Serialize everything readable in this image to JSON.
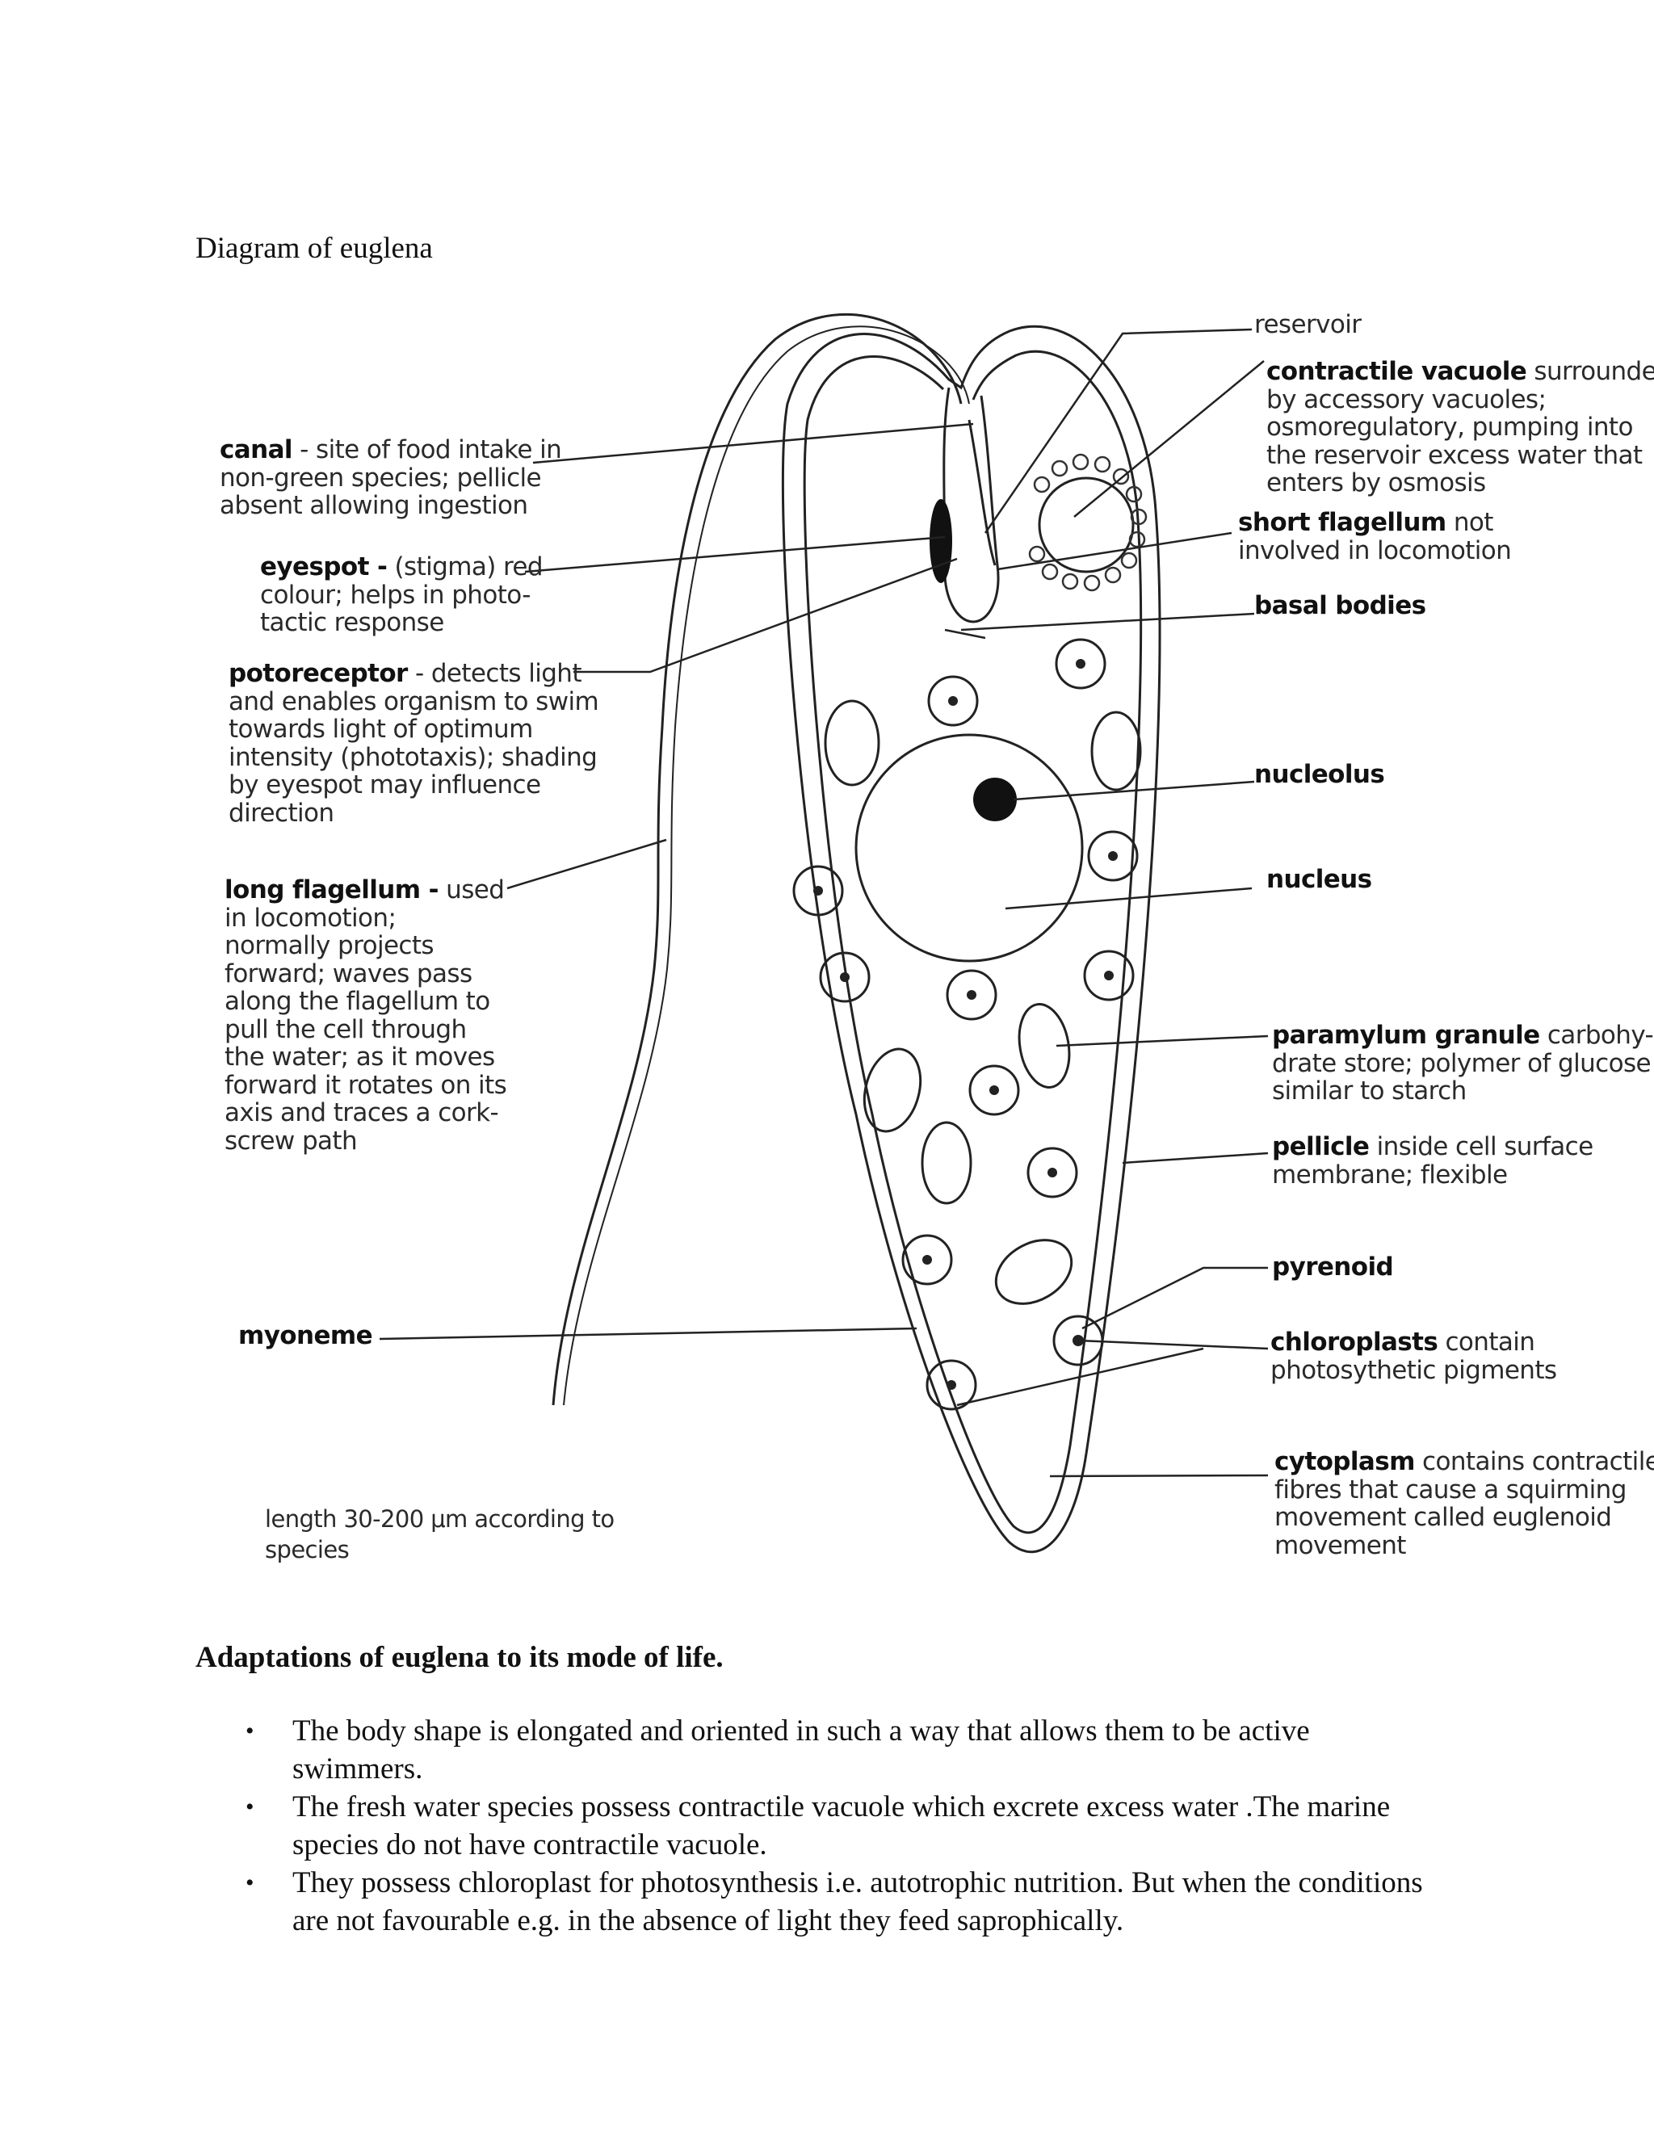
{
  "page_heading": "Diagram  of euglena",
  "diagram": {
    "labels": {
      "reservoir": {
        "title": "reservoir",
        "lines": []
      },
      "contractile_vacuole": {
        "title": "contractile vacuole",
        "first": " surrounded",
        "lines": [
          "by accessory vacuoles;",
          "osmoregulatory, pumping into",
          "the reservoir excess water that",
          "enters by osmosis"
        ]
      },
      "canal": {
        "title": "canal",
        "first": " - site of food intake in",
        "lines": [
          "non-green species; pellicle",
          "absent allowing ingestion"
        ]
      },
      "short_flagellum": {
        "title": "short flagellum",
        "first": " not",
        "lines": [
          "involved in locomotion"
        ]
      },
      "eyespot": {
        "title": "eyespot -",
        "first": " (stigma) red",
        "lines": [
          "colour; helps in photo-",
          "tactic response"
        ]
      },
      "basal_bodies": {
        "title": "basal bodies",
        "lines": []
      },
      "photoreceptor": {
        "title": "potoreceptor",
        "first": " - detects light",
        "lines": [
          "and enables organism to swim",
          "towards light of optimum",
          "intensity (phototaxis); shading",
          "by eyespot may influence",
          "direction"
        ]
      },
      "nucleolus": {
        "title": "nucleolus",
        "lines": []
      },
      "nucleus": {
        "title": "nucleus",
        "lines": []
      },
      "long_flagellum": {
        "title": "long flagellum -",
        "first": " used",
        "lines": [
          "in locomotion;",
          "normally projects",
          "forward; waves pass",
          "along the flagellum to",
          "pull the cell through",
          "the water; as it moves",
          "forward it rotates on its",
          "axis and traces a cork-",
          "screw path"
        ]
      },
      "paramylum_granule": {
        "title": "paramylum granule",
        "first": " carbohy-",
        "lines": [
          "drate store; polymer of glucose",
          "similar to starch"
        ]
      },
      "pellicle": {
        "title": "pellicle",
        "first": " inside cell surface",
        "lines": [
          "membrane; flexible"
        ]
      },
      "pyrenoid": {
        "title": "pyrenoid",
        "lines": []
      },
      "myoneme": {
        "title": "myoneme",
        "lines": []
      },
      "chloroplasts": {
        "title": "chloroplasts",
        "first": " contain",
        "lines": [
          "photosythetic pigments"
        ]
      },
      "cytoplasm": {
        "title": "cytoplasm",
        "first": " contains contractile",
        "lines": [
          "fibres that cause a squirming",
          "movement called euglenoid",
          "movement"
        ]
      }
    },
    "length_note": [
      "length 30-200 μm according to",
      "species"
    ]
  },
  "section_heading": "Adaptations  of euglena to its mode of life.",
  "bullets": [
    "The body shape is elongated  and oriented  in such  a way that allows  them to be active swimmers.",
    "The fresh water species possess contractile  vacuole  which  excrete excess water .The marine  species  do not have contractile  vacuole.",
    "They possess chloroplast  for photosynthesis  i.e. autotrophic  nutrition.  But when the conditions  are not favourable  e.g. in the absence of light  they feed saprophically."
  ],
  "bullet_symbol": "•"
}
